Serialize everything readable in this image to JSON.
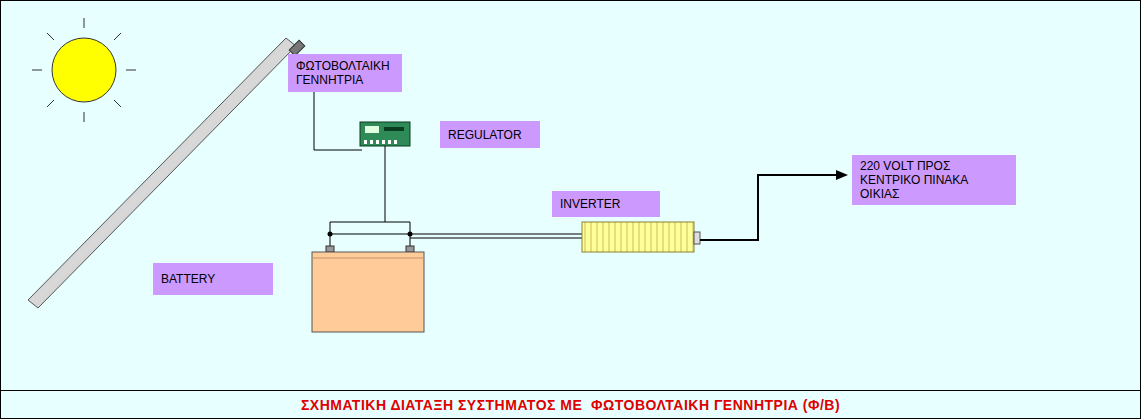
{
  "diagram": {
    "caption": "ΣΧΗΜΑΤΙΚΗ ΔΙΑΤΑΞΗ ΣΥΣΤΗΜΑΤΟΣ ΜΕ  ΦΩΤΟΒΟΛΤΑΙΚΗ ΓΕΝΝΗΤΡΙΑ (Φ/Β)",
    "nodes": [
      {
        "text": [
          "ΦΩΤΟΒΟΛΤΑΙΚΗ ΓΕΝΝΗΤΡΙΑ"
        ]
      },
      {
        "text": [
          "REGULATOR"
        ]
      },
      {
        "text": [
          "220 VOLT ΠΡΟΣ ΚΕΝΤΡΙΚΟ ΠΙΝΑΚΑ ΟΙΚΙΑΣ"
        ]
      },
      {
        "text": [
          "INVERTER"
        ]
      },
      {
        "text": [
          "BATTERY"
        ]
      }
    ]
  }
}
